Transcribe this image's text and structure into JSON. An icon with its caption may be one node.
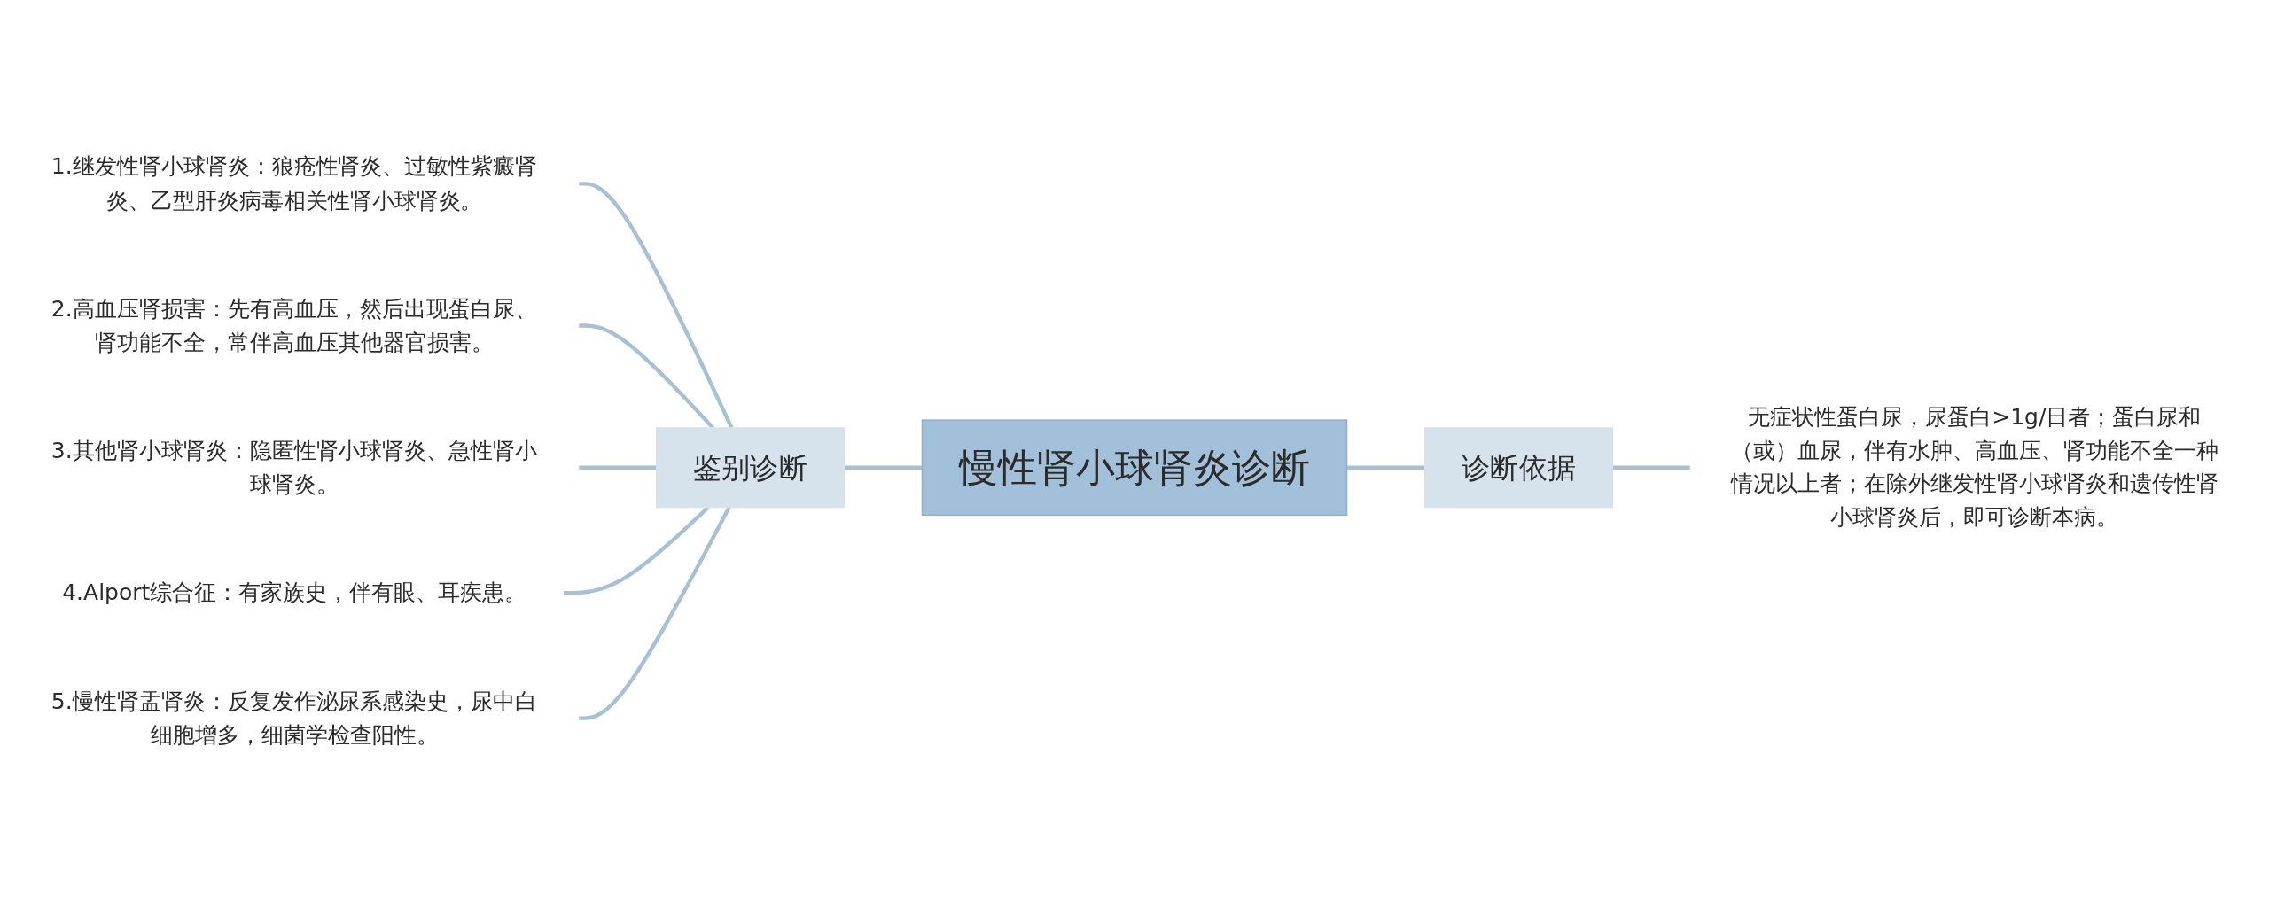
{
  "diagram": {
    "nodes": [
      {
        "text": [
          "慢性肾小球肾炎诊断"
        ]
      },
      {
        "text": [
          "鉴别诊断"
        ]
      },
      {
        "text": [
          "1.继发性肾小球肾炎：狼疮性肾炎、过敏性紫癜肾炎、乙型肝炎病毒相关性肾小球肾炎。"
        ]
      },
      {
        "text": [
          "2.高血压肾损害：先有高血压，然后出现蛋白尿、肾功能不全，常伴高血压其他器官损害。"
        ]
      },
      {
        "text": [
          "3.其他肾小球肾炎：隐匿性肾小球肾炎、急性肾小球肾炎。"
        ]
      },
      {
        "text": [
          "4.Alport综合征：有家族史，伴有眼、耳疾患。"
        ]
      },
      {
        "text": [
          "5.慢性肾盂肾炎：反复发作泌尿系感染史，尿中白细胞增多，细菌学检查阳性。"
        ]
      },
      {
        "text": [
          "诊断依据"
        ]
      },
      {
        "text": [
          "无症状性蛋白尿，尿蛋白>1g/日者；蛋白尿和（或）血尿，伴有水肿、高血压、肾功能不全一种情况以上者；在除外继发性肾小球肾炎和遗传性肾小球肾炎后，即可诊断本病。"
        ]
      }
    ],
    "edges": [
      {
        "from": 0,
        "to": 1,
        "arrow": "none"
      },
      {
        "from": 1,
        "to": 2,
        "arrow": "none"
      },
      {
        "from": 1,
        "to": 3,
        "arrow": "none"
      },
      {
        "from": 1,
        "to": 4,
        "arrow": "none"
      },
      {
        "from": 1,
        "to": 5,
        "arrow": "none"
      },
      {
        "from": 1,
        "to": 6,
        "arrow": "none"
      },
      {
        "from": 0,
        "to": 7,
        "arrow": "none"
      },
      {
        "from": 7,
        "to": 8,
        "arrow": "none"
      }
    ]
  }
}
